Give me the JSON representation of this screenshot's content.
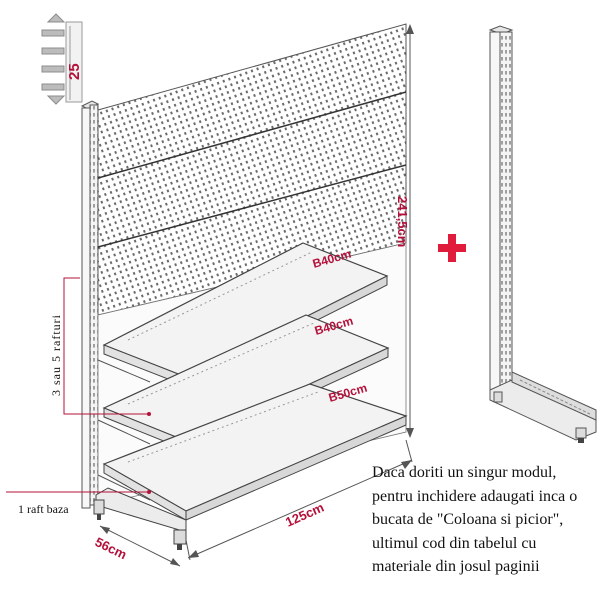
{
  "badge": {
    "number": "25"
  },
  "shelves": [
    {
      "label": "B40cm"
    },
    {
      "label": "B40cm"
    },
    {
      "label": "B50cm"
    }
  ],
  "dimensions": {
    "height": "241,5cm",
    "length": "125cm",
    "depth": "56cm"
  },
  "side_labels": {
    "shelves_range": "3 sau 5 rafturi",
    "base_shelf": "1 raft baza"
  },
  "note_lines": [
    "Daca doriti un singur modul,",
    "pentru inchidere adaugati inca o",
    "bucata de \"Coloana si picior\",",
    "ultimul cod din tabelul cu",
    "materiale din josul paginii"
  ],
  "colors": {
    "accent": "#b5103a",
    "plus": "#e01b3c",
    "line": "#555555"
  }
}
